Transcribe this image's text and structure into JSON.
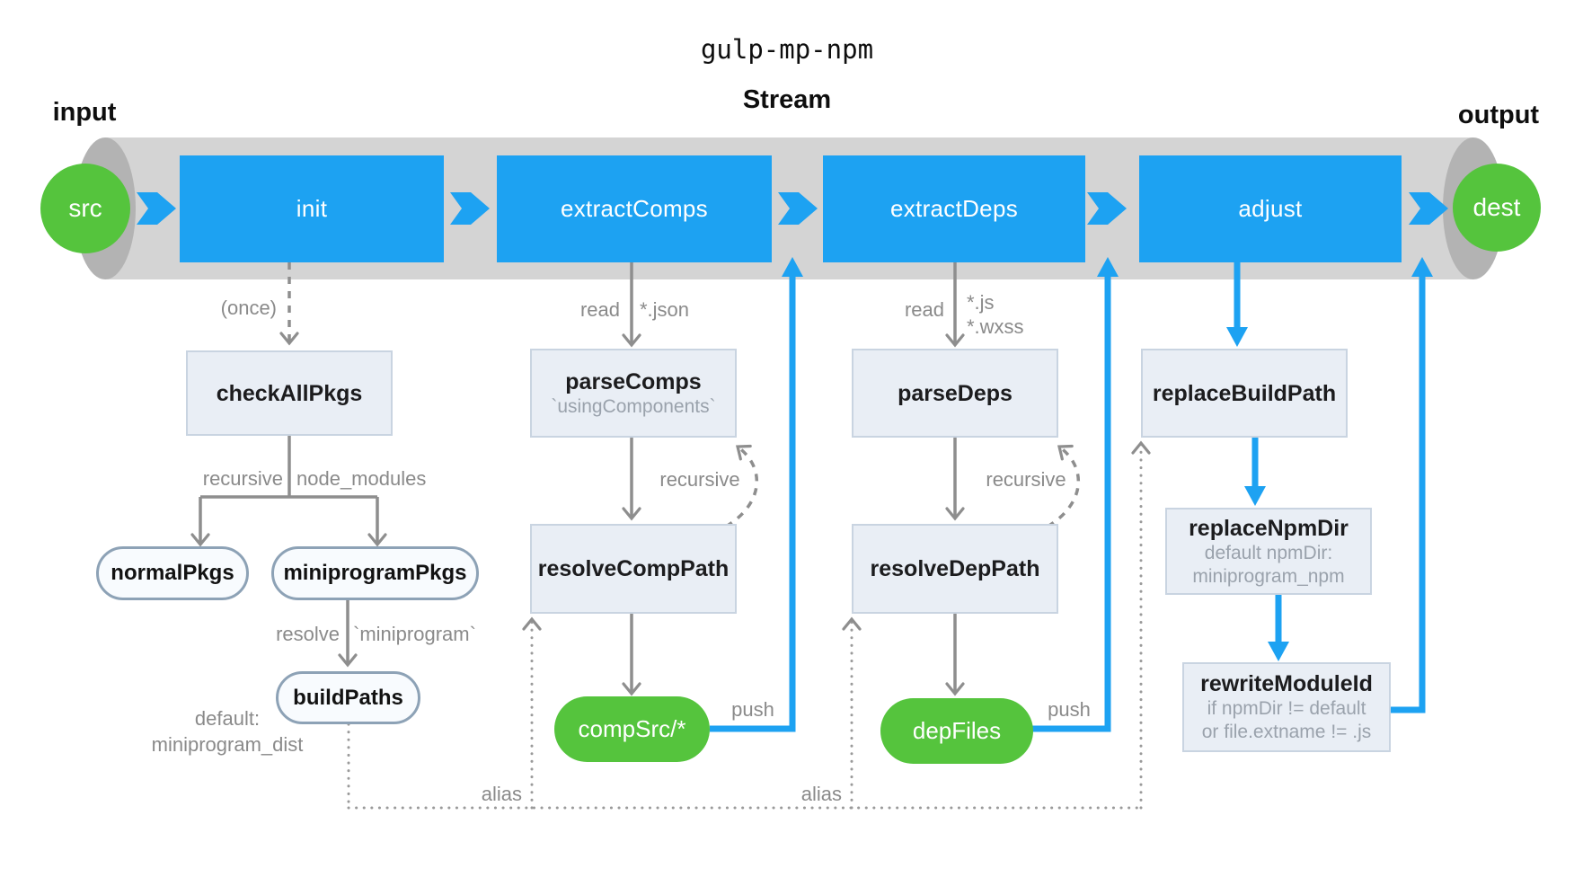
{
  "header": {
    "title": "gulp-mp-npm",
    "stream": "Stream",
    "input": "input",
    "output": "output"
  },
  "pipeline": {
    "src": "src",
    "dest": "dest",
    "stages": [
      {
        "label": "init"
      },
      {
        "label": "extractComps"
      },
      {
        "label": "extractDeps"
      },
      {
        "label": "adjust"
      }
    ]
  },
  "init_branch": {
    "once_label": "(once)",
    "check_all_pkgs": "checkAllPkgs",
    "recursive_label": "recursive",
    "node_modules_label": "node_modules",
    "normal_pkgs": "normalPkgs",
    "miniprogram_pkgs": "miniprogramPkgs",
    "resolve_label": "resolve",
    "miniprogram_field": "`miniprogram`",
    "build_paths": "buildPaths",
    "default_note_line1": "default:",
    "default_note_line2": "miniprogram_dist"
  },
  "comps_branch": {
    "read_label": "read",
    "glob": "*.json",
    "parse_comps": "parseComps",
    "parse_comps_sub": "`usingComponents`",
    "recursive_label": "recursive",
    "resolve_comp_path": "resolveCompPath",
    "comp_src": "compSrc/*",
    "push_label": "push",
    "alias_label": "alias"
  },
  "deps_branch": {
    "read_label": "read",
    "glob_js": "*.js",
    "glob_wxss": "*.wxss",
    "parse_deps": "parseDeps",
    "recursive_label": "recursive",
    "resolve_dep_path": "resolveDepPath",
    "dep_files": "depFiles",
    "push_label": "push",
    "alias_label": "alias"
  },
  "adjust_branch": {
    "replace_build_path": "replaceBuildPath",
    "replace_npm_dir": "replaceNpmDir",
    "replace_npm_dir_sub1": "default npmDir:",
    "replace_npm_dir_sub2": "miniprogram_npm",
    "rewrite_module_id": "rewriteModuleId",
    "rewrite_sub1": "if npmDir != default",
    "rewrite_sub2": "or file.extname != .js"
  },
  "colors": {
    "accent_blue": "#1da2f2",
    "green": "#55c43d",
    "pipe_gray": "#d4d4d4",
    "pipe_cap_gray": "#b3b3b3",
    "node_fill": "#e9eef5",
    "node_border": "#c9d4e1",
    "pill_border": "#8da2b6",
    "line_gray": "#8e8e8e",
    "text_gray": "#8a8a8a",
    "text_dark": "#1c1c1e"
  }
}
